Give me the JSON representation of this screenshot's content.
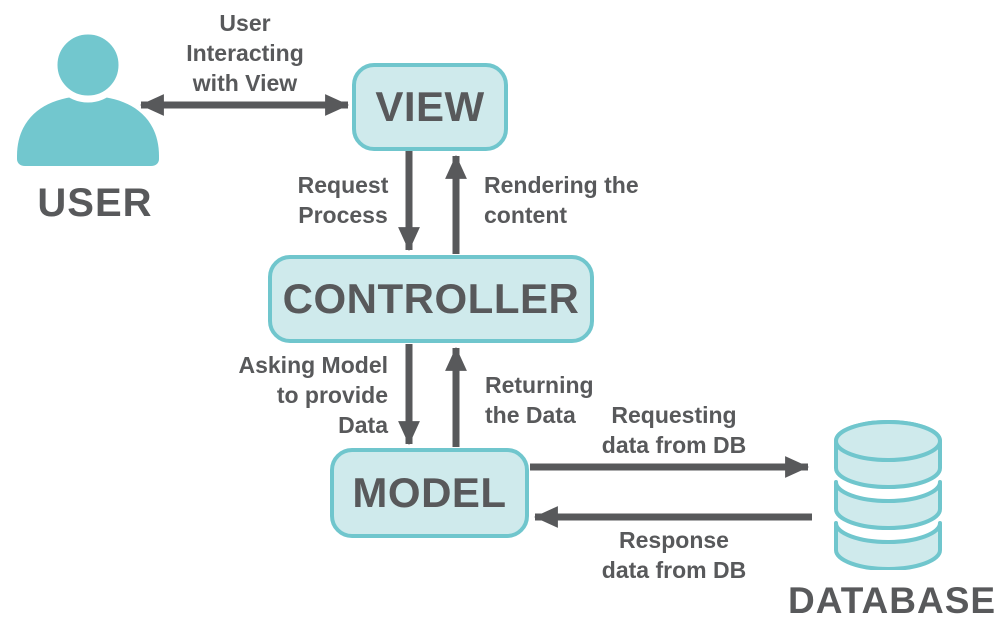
{
  "colors": {
    "accent_teal": "#72c7ce",
    "node_fill": "#cfeaec",
    "node_border": "#70c6cd",
    "text_gray": "#58595b",
    "background": "#ffffff"
  },
  "nodes": {
    "user": "USER",
    "view": "VIEW",
    "controller": "CONTROLLER",
    "model": "MODEL",
    "database": "DATABASE"
  },
  "edge_labels": {
    "user_view": {
      "l1": "User",
      "l2": "Interacting",
      "l3": "with View"
    },
    "request_process": {
      "l1": "Request",
      "l2": "Process"
    },
    "rendering_content": {
      "l1": "Rendering the",
      "l2": "content"
    },
    "asking_model": {
      "l1": "Asking Model",
      "l2": "to provide",
      "l3": "Data"
    },
    "returning_data": {
      "l1": "Returning",
      "l2": "the Data"
    },
    "requesting_db": {
      "l1": "Requesting",
      "l2": "data from DB"
    },
    "response_db": {
      "l1": "Response",
      "l2": "data from DB"
    }
  },
  "icons": {
    "user": "user-person-icon",
    "database": "database-cylinder-icon"
  }
}
